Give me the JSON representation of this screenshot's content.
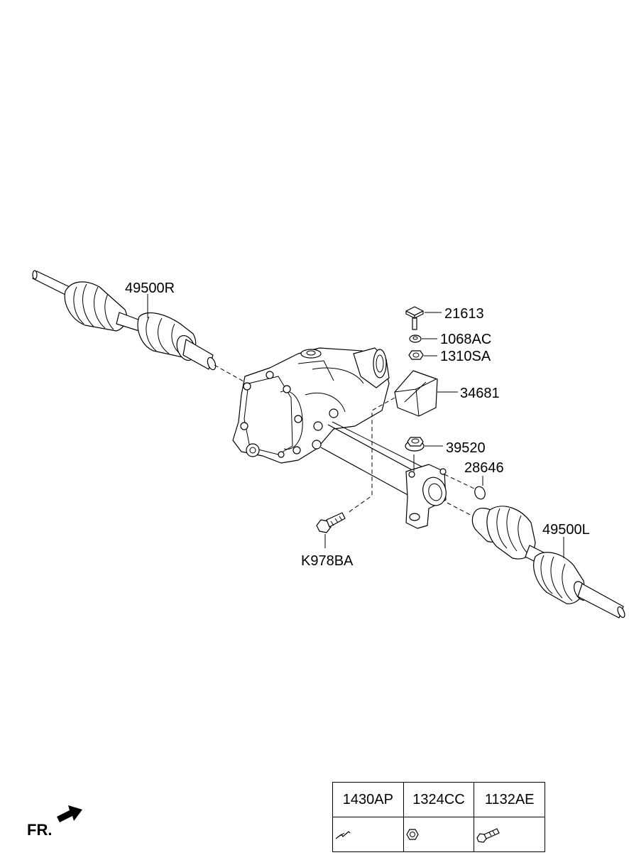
{
  "labels": {
    "shaft_right": "49500R",
    "bolt_21613": "21613",
    "washer_1068AC": "1068AC",
    "nut_1310SA": "1310SA",
    "bracket_34681": "34681",
    "nut_39520": "39520",
    "cap_28646": "28646",
    "shaft_left": "49500L",
    "bolt_K978BA": "K978BA"
  },
  "direction_marker": "FR.",
  "legend": {
    "parts": [
      {
        "code": "1430AP",
        "icon": "pin-icon"
      },
      {
        "code": "1324CC",
        "icon": "nut-icon"
      },
      {
        "code": "1132AE",
        "icon": "bolt-icon"
      }
    ]
  }
}
